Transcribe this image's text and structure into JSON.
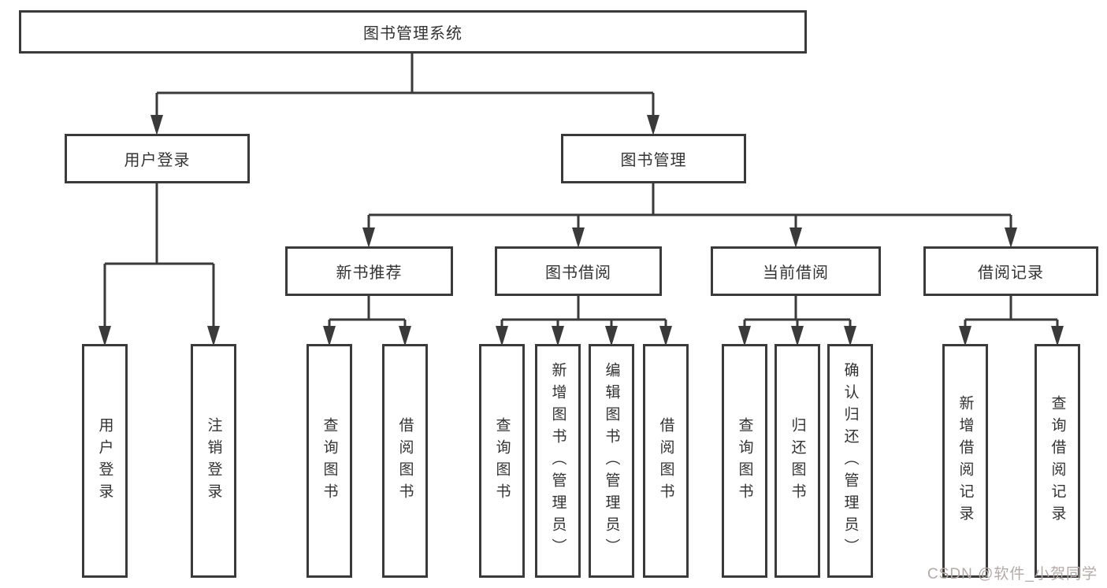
{
  "diagram": {
    "title": "图书管理系统",
    "level2": {
      "user_login": "用户登录",
      "book_mgmt": "图书管理"
    },
    "level3": {
      "new_book": "新书推荐",
      "book_borrow": "图书借阅",
      "current_borrow": "当前借阅",
      "borrow_record": "借阅记录"
    },
    "leaves": {
      "user_login": [
        "用户登录",
        "注销登录"
      ],
      "new_book": [
        "查询图书",
        "借阅图书"
      ],
      "book_borrow": [
        "查询图书",
        "新增图书（管理员）",
        "编辑图书（管理员）",
        "借阅图书"
      ],
      "current_borrow": [
        "查询图书",
        "归还图书",
        "确认归还（管理员）"
      ],
      "borrow_record": [
        "新增借阅记录",
        "查询借阅记录"
      ]
    },
    "watermark": "CSDN @软件_小贺同学",
    "colors": {
      "line": "#3a3a3a",
      "text": "#333333",
      "watermark": "#b3a9a9",
      "background": "#ffffff"
    }
  }
}
